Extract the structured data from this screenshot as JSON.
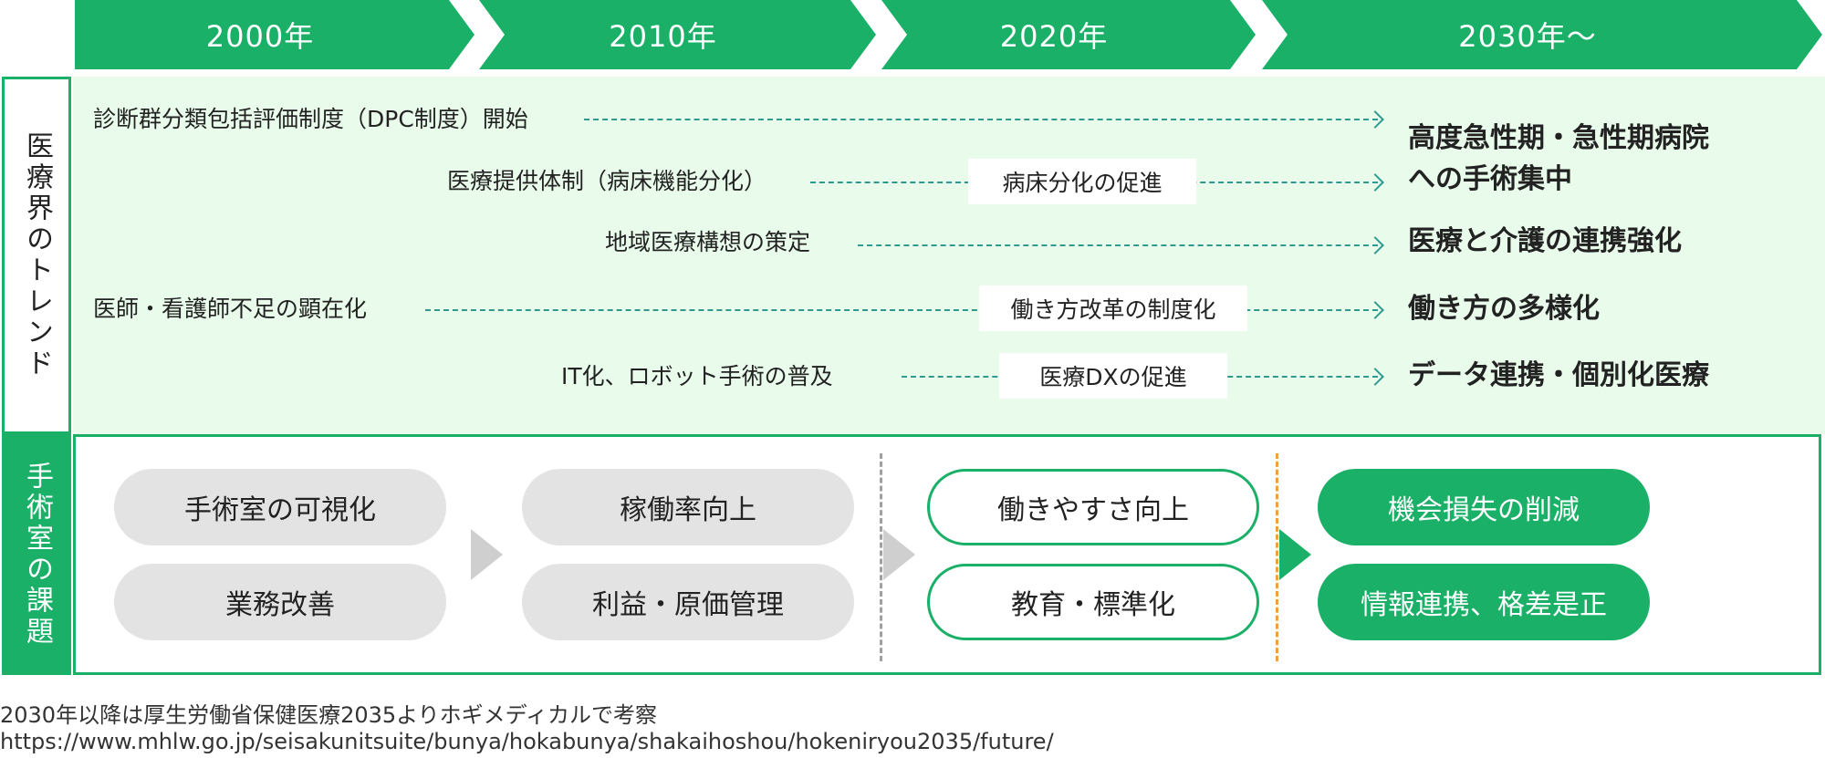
{
  "header": {
    "periods": [
      {
        "label": "2000年"
      },
      {
        "label": "2010年"
      },
      {
        "label": "2020年"
      },
      {
        "label": "2030年〜"
      }
    ]
  },
  "sections": {
    "trends_label": "医療界のトレンド",
    "tasks_label": "手術室の課題"
  },
  "trends": {
    "rows": [
      {
        "label": "診断群分類包括評価制度（DPC制度）開始",
        "mid": ""
      },
      {
        "label": "医療提供体制（病床機能分化）",
        "mid": "病床分化の促進"
      },
      {
        "label": "地域医療構想の策定",
        "mid": ""
      },
      {
        "label": "医師・看護師不足の顕在化",
        "mid": "働き方改革の制度化"
      },
      {
        "label": "IT化、ロボット手術の普及",
        "mid": "医療DXの促進"
      }
    ],
    "results": [
      {
        "text": "高度急性期・急性期病院"
      },
      {
        "text": "への手術集中"
      },
      {
        "text": "医療と介護の連携強化"
      },
      {
        "text": "働き方の多様化"
      },
      {
        "text": "データ連携・個別化医療"
      }
    ]
  },
  "tasks": {
    "col1": [
      "手術室の可視化",
      "業務改善"
    ],
    "col2": [
      "稼働率向上",
      "利益・原価管理"
    ],
    "col3": [
      "働きやすさ向上",
      "教育・標準化"
    ],
    "col4": [
      "機会損失の削減",
      "情報連携、格差是正"
    ]
  },
  "footer": {
    "note": "2030年以降は厚生労働省保健医療2035よりホギメディカルで考察",
    "url": "https://www.mhlw.go.jp/seisakunitsuite/bunya/hokabunya/shakaihoshou/hokeniryou2035/future/"
  },
  "colors": {
    "brand_green": "#1bb068",
    "panel_tint": "#e9fbeb",
    "dashed_line": "#2e9a8f",
    "gray_pill": "#e3e3e3",
    "gray_divider": "#a0a0a0",
    "orange_divider": "#f0a040"
  }
}
